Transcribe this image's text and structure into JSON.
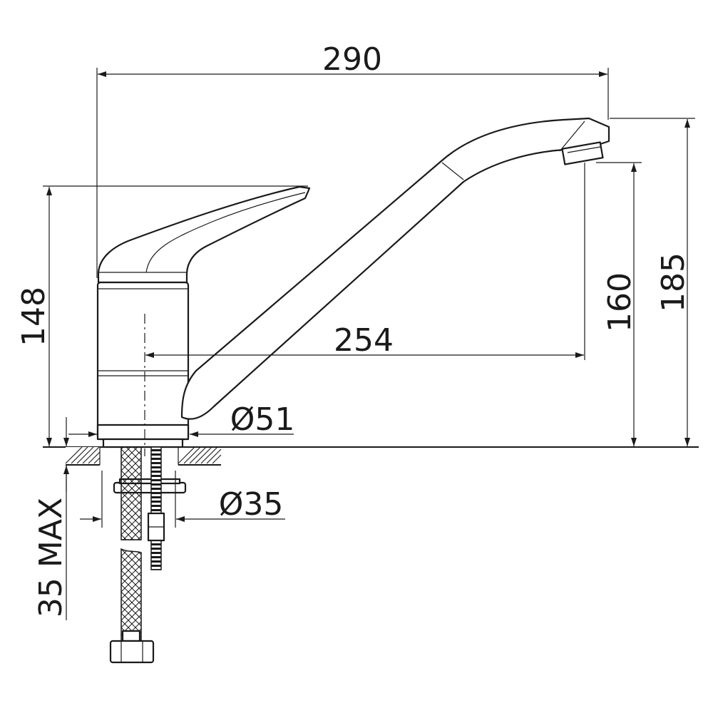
{
  "dimensions": {
    "overall_width": "290",
    "spout_reach": "254",
    "body_height": "148",
    "spout_height": "160",
    "overall_height": "185",
    "base_diameter": "Ø51",
    "hole_diameter": "Ø35",
    "deck_thickness": "35 MAX"
  },
  "colors": {
    "line": "#1a1a1a",
    "background": "#ffffff"
  }
}
